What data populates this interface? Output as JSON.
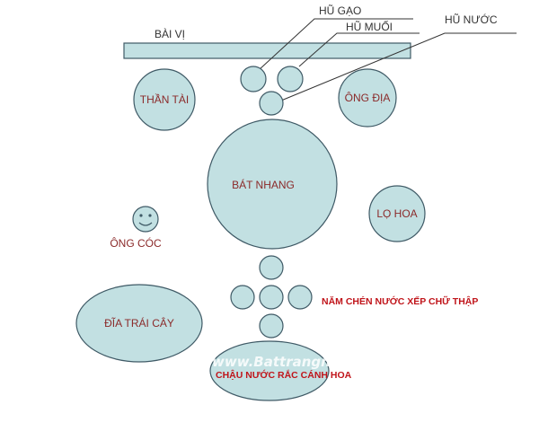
{
  "labels": {
    "bai_vi": "BÀI VỊ",
    "hu_gao": "HŨ GẠO",
    "hu_muoi": "HŨ MUỐI",
    "hu_nuoc": "HŨ NƯỚC",
    "than_tai": "THẦN TÀI",
    "ong_dia": "ÔNG ĐỊA",
    "bat_nhang": "BÁT NHANG",
    "lo_hoa": "LỌ HOA",
    "ong_coc": "ÔNG CÓC",
    "dia_trai_cay": "ĐĨA TRÁI CÂY",
    "nam_chen_nuoc": "NĂM CHÉN NƯỚC XẾP CHỮ THẬP",
    "chau_nuoc": "CHẬU NƯỚC RẮC CÁNH HOA"
  },
  "watermark": "www.Battrangnews.com",
  "colors": {
    "fill": "#c2e0e2",
    "stroke": "#3f5a66",
    "accent_text": "#c0141a",
    "label_text": "#8b2a2a"
  }
}
